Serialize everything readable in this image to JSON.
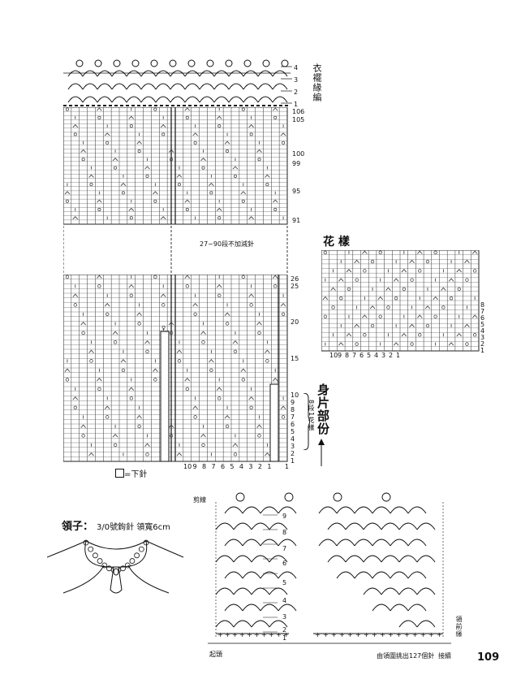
{
  "border_label": "衣襬緣編",
  "border_rows": [
    "4",
    "3",
    "2",
    "1"
  ],
  "grid_top_rows": [
    "105",
    "100",
    "99",
    "95",
    "91"
  ],
  "grid_top_header": "106",
  "gap_note": "27~90段不加減針",
  "grid_bottom_rows": [
    "26",
    "25",
    "20",
    "15",
    "10",
    "9",
    "8",
    "7",
    "6",
    "5",
    "4",
    "3",
    "2",
    "1"
  ],
  "bracket_label": "8段1花樣",
  "bottom_numbers": [
    "10",
    "9",
    "8",
    "7",
    "6",
    "5",
    "4",
    "3",
    "2",
    "1",
    "1"
  ],
  "knit_legend": "=下針",
  "body_part_label": "身片部份",
  "pattern_title": "花 樣",
  "pattern_rows": [
    "8",
    "7",
    "6",
    "5",
    "4",
    "3",
    "2",
    "1"
  ],
  "pattern_cols": [
    "10",
    "9",
    "8",
    "7",
    "6",
    "5",
    "4",
    "3",
    "2",
    "1"
  ],
  "collar_title": "領子：",
  "collar_desc": "3/0號鉤針  領寬6cm",
  "collar_row_nums": [
    "9",
    "8",
    "7",
    "6",
    "5",
    "4",
    "3",
    "2",
    "1"
  ],
  "collar_start_label": "剪線",
  "collar_bottom_left": "起頭",
  "collar_bottom_note": "由領圍挑出127個針",
  "collar_bottom_right": "接續",
  "collar_side_label": "領前緣",
  "page_number": "109"
}
